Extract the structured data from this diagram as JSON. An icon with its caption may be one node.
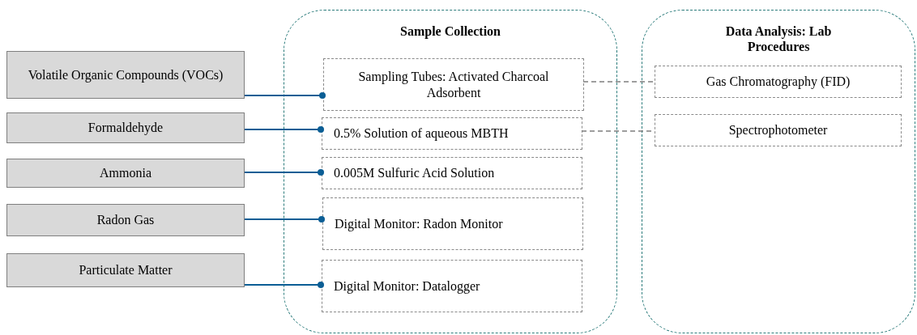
{
  "diagram": {
    "nodes": [
      {
        "text": [
          "Volatile Organic Compounds (VOCs)"
        ]
      },
      {
        "text": [
          "Formaldehyde"
        ]
      },
      {
        "text": [
          "Ammonia"
        ]
      },
      {
        "text": [
          "Radon Gas"
        ]
      },
      {
        "text": [
          "Particulate Matter"
        ]
      },
      {
        "text": [
          "Sample Collection"
        ]
      },
      {
        "text": [
          "Sampling Tubes: Activated Charcoal Adsorbent"
        ],
        "in": 5
      },
      {
        "text": [
          "0.5% Solution of aqueous MBTH"
        ],
        "in": 5
      },
      {
        "text": [
          "0.005M Sulfuric Acid Solution"
        ],
        "in": 5
      },
      {
        "text": [
          "Digital Monitor: Radon Monitor"
        ],
        "in": 5
      },
      {
        "text": [
          "Digital Monitor: Datalogger"
        ],
        "in": 5
      },
      {
        "text": [
          "Data Analysis: Lab Procedures"
        ]
      },
      {
        "text": [
          "Gas Chromatography (FID)"
        ],
        "in": 11
      },
      {
        "text": [
          "Spectrophotometer"
        ],
        "in": 11
      }
    ],
    "edges": [
      {
        "from": 0,
        "to": 6,
        "arrow": "other"
      },
      {
        "from": 1,
        "to": 7,
        "arrow": "other"
      },
      {
        "from": 2,
        "to": 8,
        "arrow": "other"
      },
      {
        "from": 3,
        "to": 9,
        "arrow": "other"
      },
      {
        "from": 4,
        "to": 10,
        "arrow": "other"
      },
      {
        "from": 6,
        "to": 12,
        "arrow": "none",
        "style": "dashed",
        "color": "#7f7f7f"
      },
      {
        "from": 7,
        "to": 13,
        "arrow": "none",
        "style": "dashed",
        "color": "#7f7f7f"
      }
    ]
  }
}
